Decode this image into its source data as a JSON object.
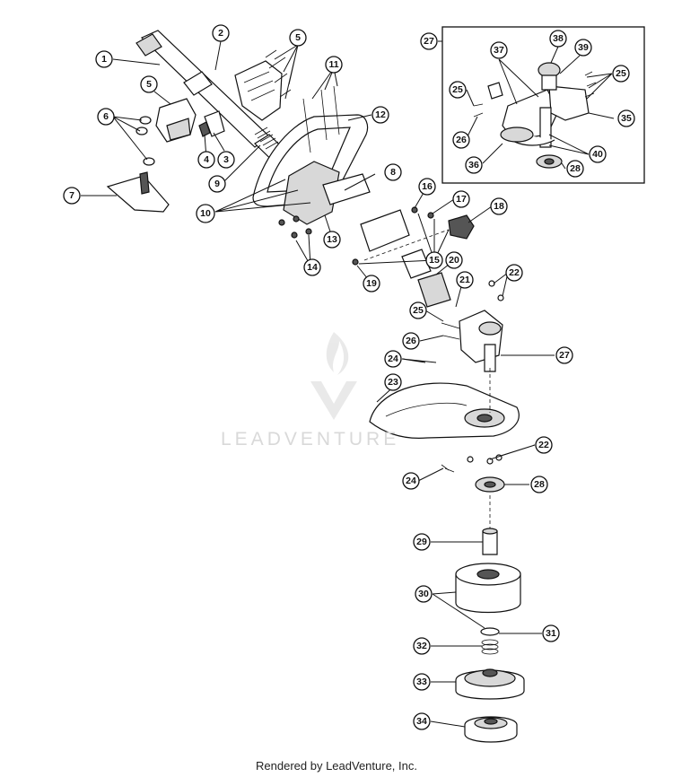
{
  "watermark": "LEADVENTURE",
  "footer": "Rendered by LeadVenture, Inc.",
  "callouts": [
    {
      "id": "c1",
      "label": "1"
    },
    {
      "id": "c2",
      "label": "2"
    },
    {
      "id": "c3",
      "label": "3"
    },
    {
      "id": "c4",
      "label": "4"
    },
    {
      "id": "c5a",
      "label": "5"
    },
    {
      "id": "c5b",
      "label": "5"
    },
    {
      "id": "c6",
      "label": "6"
    },
    {
      "id": "c7",
      "label": "7"
    },
    {
      "id": "c8",
      "label": "8"
    },
    {
      "id": "c9",
      "label": "9"
    },
    {
      "id": "c10",
      "label": "10"
    },
    {
      "id": "c11",
      "label": "11"
    },
    {
      "id": "c12",
      "label": "12"
    },
    {
      "id": "c13",
      "label": "13"
    },
    {
      "id": "c14",
      "label": "14"
    },
    {
      "id": "c15",
      "label": "15"
    },
    {
      "id": "c16",
      "label": "16"
    },
    {
      "id": "c17",
      "label": "17"
    },
    {
      "id": "c18",
      "label": "18"
    },
    {
      "id": "c19",
      "label": "19"
    },
    {
      "id": "c20",
      "label": "20"
    },
    {
      "id": "c21",
      "label": "21"
    },
    {
      "id": "c22a",
      "label": "22"
    },
    {
      "id": "c22b",
      "label": "22"
    },
    {
      "id": "c23",
      "label": "23"
    },
    {
      "id": "c24a",
      "label": "24"
    },
    {
      "id": "c24b",
      "label": "24"
    },
    {
      "id": "c25a",
      "label": "25"
    },
    {
      "id": "c25b",
      "label": "25"
    },
    {
      "id": "c25c",
      "label": "25"
    },
    {
      "id": "c26a",
      "label": "26"
    },
    {
      "id": "c26b",
      "label": "26"
    },
    {
      "id": "c27a",
      "label": "27"
    },
    {
      "id": "c27b",
      "label": "27"
    },
    {
      "id": "c28a",
      "label": "28"
    },
    {
      "id": "c28b",
      "label": "28"
    },
    {
      "id": "c29",
      "label": "29"
    },
    {
      "id": "c30",
      "label": "30"
    },
    {
      "id": "c31",
      "label": "31"
    },
    {
      "id": "c32",
      "label": "32"
    },
    {
      "id": "c33",
      "label": "33"
    },
    {
      "id": "c34",
      "label": "34"
    },
    {
      "id": "c35",
      "label": "35"
    },
    {
      "id": "c36",
      "label": "36"
    },
    {
      "id": "c37",
      "label": "37"
    },
    {
      "id": "c38",
      "label": "38"
    },
    {
      "id": "c39",
      "label": "39"
    },
    {
      "id": "c40",
      "label": "40"
    }
  ]
}
